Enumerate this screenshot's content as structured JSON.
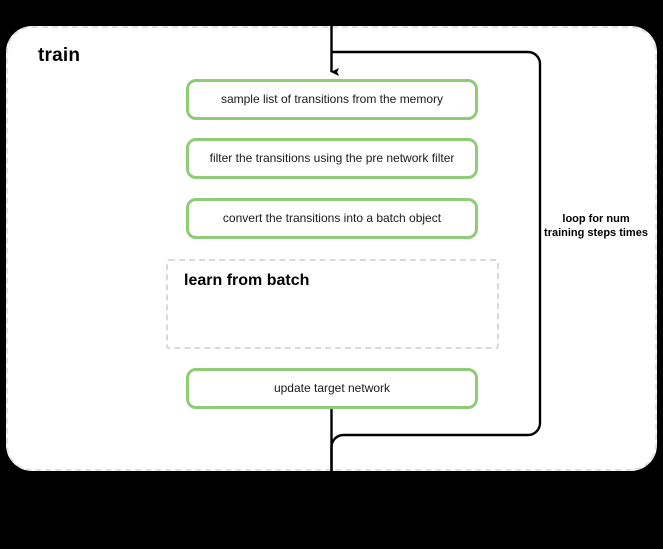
{
  "diagram": {
    "title": "train",
    "background_color": "#000000",
    "panel_color": "#ffffff",
    "accent_color": "#8fcc78",
    "dashed_border_color": "#e0e0e0",
    "connector_color": "#000000"
  },
  "steps": [
    {
      "id": "sample",
      "label": "sample list of transitions from the memory"
    },
    {
      "id": "filter",
      "label": "filter the transitions using the pre network filter"
    },
    {
      "id": "convert",
      "label": "convert the transitions into a batch object"
    },
    {
      "id": "update_target",
      "label": "update target network"
    }
  ],
  "subgraph": {
    "title": "learn from batch"
  },
  "loop": {
    "label": "loop for num training steps times"
  }
}
